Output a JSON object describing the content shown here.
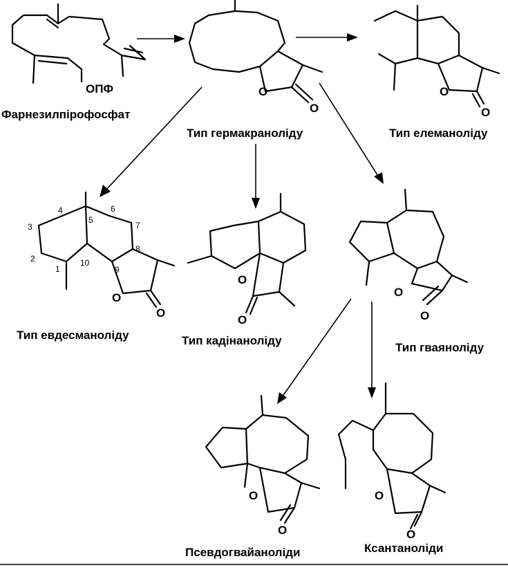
{
  "labels": {
    "farnesyl": "Фарнезилпірофосфат",
    "opf": "ОПФ",
    "germacranolide": "Тип гермакраноліду",
    "elemanolide": "Тип елеманоліду",
    "eudesmanolide": "Тип евдесманоліду",
    "cadinanolide": "Тип кадінаноліду",
    "guaianolide": "Тип гваяноліду",
    "pseudoguaianolides": "Псевдогвайаноліди",
    "xanthanolides": "Ксантаноліди",
    "oxygen": "O"
  },
  "numbering": [
    "1",
    "2",
    "3",
    "4",
    "5",
    "6",
    "7",
    "8",
    "9",
    "10"
  ]
}
